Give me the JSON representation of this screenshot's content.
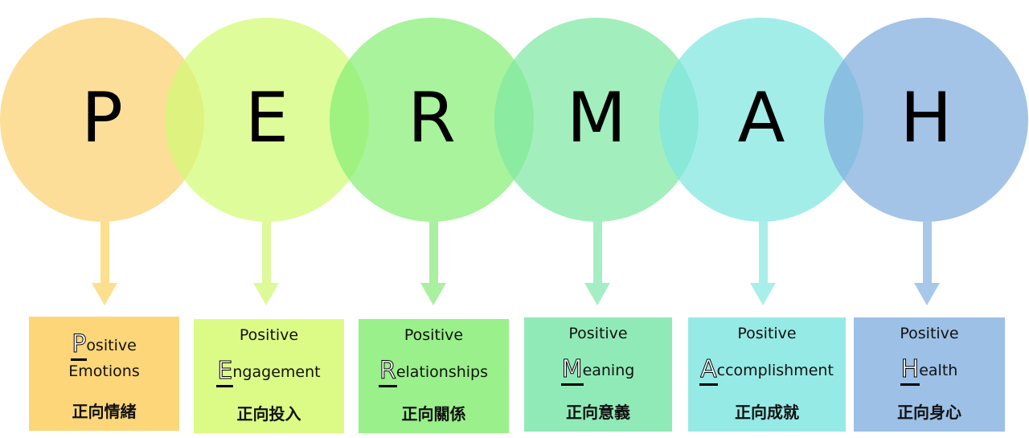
{
  "colors": {
    "p": "#fbd172",
    "e": "#d2fb75",
    "r": "#86ef76",
    "m": "#7fe8a4",
    "a": "#7fe6e0",
    "h": "#7fadde",
    "box_p": "#fdd67a",
    "box_e": "#dcfb86",
    "box_r": "#9af08a",
    "box_m": "#90eab7",
    "box_a": "#96eae6",
    "box_h": "#9cc0e6",
    "arrow_p": "#fde08e",
    "arrow_e": "#def99a",
    "arrow_r": "#a9f0a0",
    "arrow_m": "#a5eec4",
    "arrow_a": "#a9efe9",
    "arrow_h": "#a8c8ea"
  },
  "items": [
    {
      "letter": "P",
      "word_before": "",
      "initial": "P",
      "word_rest": "ositive",
      "line2": "Emotions",
      "zh": "正向情緒"
    },
    {
      "letter": "E",
      "line1": "Positive",
      "initial": "E",
      "word_rest": "ngagement",
      "zh": "正向投入"
    },
    {
      "letter": "R",
      "line1": "Positive",
      "initial": "R",
      "word_rest": "elationships",
      "zh": "正向關係"
    },
    {
      "letter": "M",
      "line1": "Positive",
      "initial": "M",
      "word_rest": "eaning",
      "zh": "正向意義"
    },
    {
      "letter": "A",
      "line1": "Positive",
      "initial": "A",
      "word_rest": "ccomplishment",
      "zh": "正向成就"
    },
    {
      "letter": "H",
      "line1": "Positive",
      "initial": "H",
      "word_rest": "ealth",
      "zh": "正向身心"
    }
  ]
}
